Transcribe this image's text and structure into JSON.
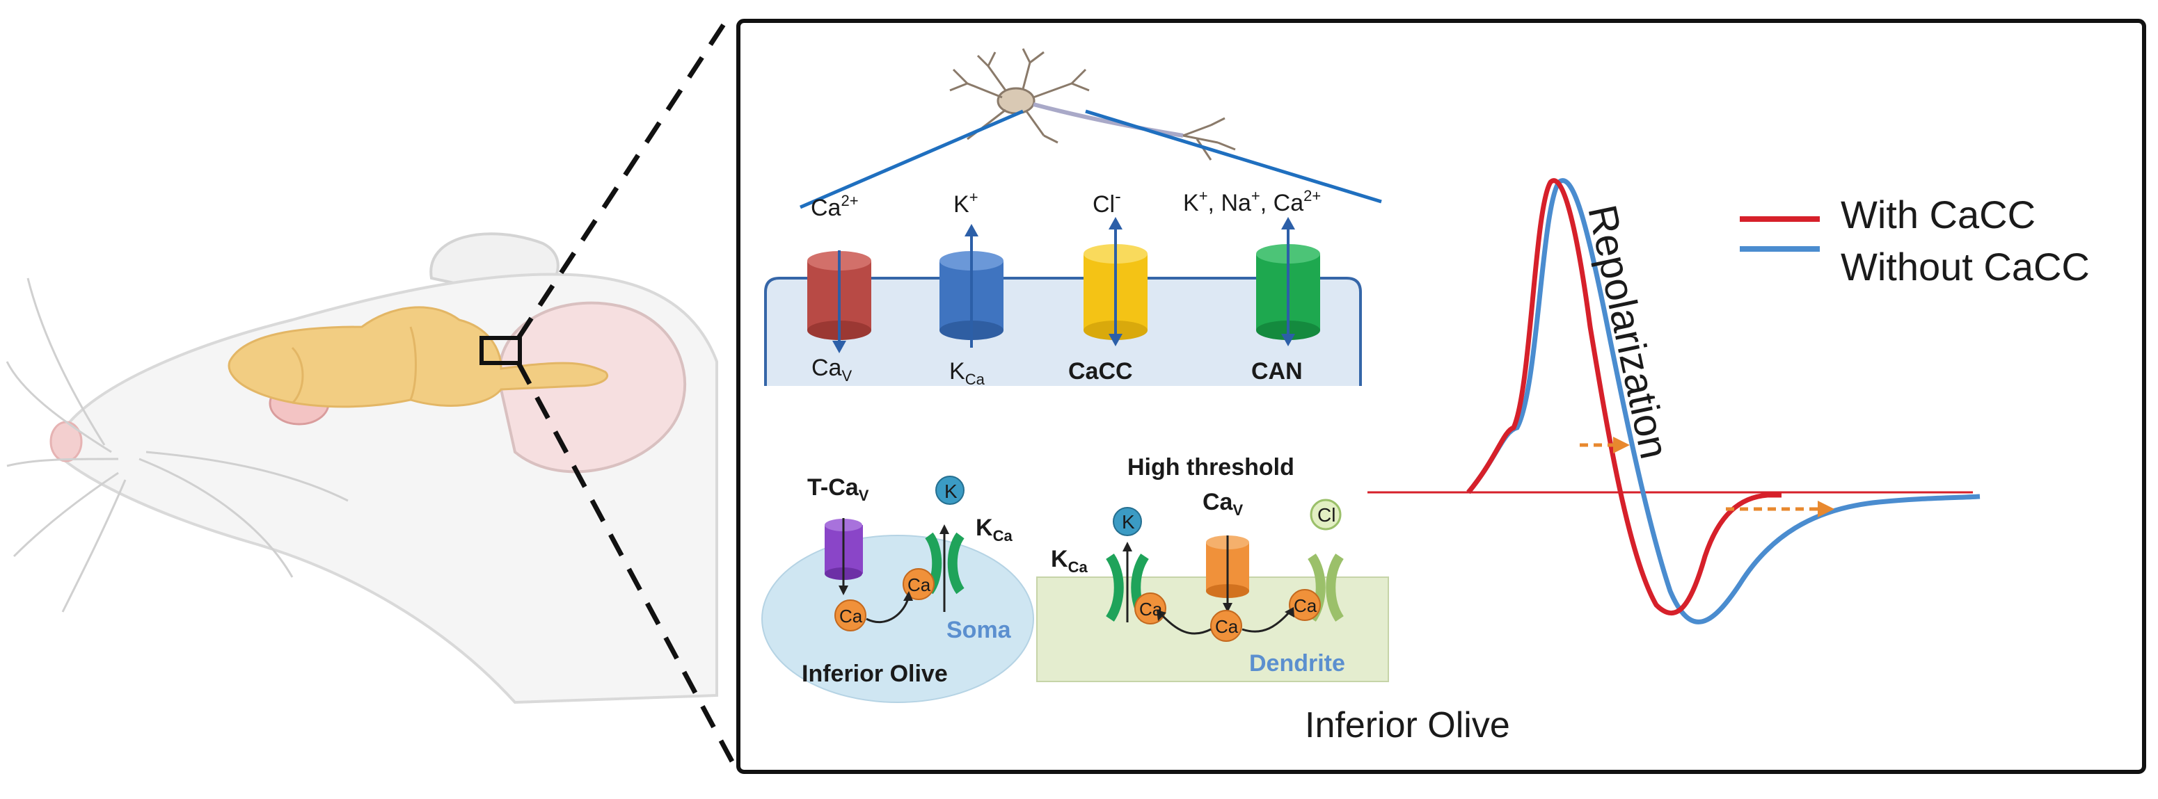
{
  "colors": {
    "with": "#d6202a",
    "without": "#4a8ccf",
    "arrow": "#e8882e",
    "brain": "#f2cd82",
    "membrane_fill": "#dde8f4",
    "soma_fill": "#cfe6f2",
    "dendrite_fill": "#e4edcf"
  },
  "ions": {
    "ca": "Ca",
    "ca_sup": "2+",
    "k": "K",
    "k_sup": "+",
    "cl": "Cl",
    "cl_sup": "-",
    "mixed_k": "K",
    "mixed_sep1": ", Na",
    "mixed_sep2": ", Ca",
    "sup_plus": "+",
    "sup_2plus": "2+"
  },
  "channels": {
    "cav_main": "Ca",
    "cav_sub": "V",
    "kca_main": "K",
    "kca_sub": "Ca",
    "cacc": "CaCC",
    "can": "CAN"
  },
  "soma": {
    "tcav_main": "T-Ca",
    "tcav_sub": "V",
    "k_ball": "K",
    "kca_main": "K",
    "kca_sub": "Ca",
    "ca_ball": "Ca",
    "soma_label": "Soma",
    "region_label": "Inferior Olive"
  },
  "dendrite": {
    "title_line1": "High threshold",
    "cav_main": "Ca",
    "cav_sub": "V",
    "kca_main": "K",
    "kca_sub": "Ca",
    "k_ball": "K",
    "cl_ball": "Cl",
    "ca_ball": "Ca",
    "dendrite_label": "Dendrite"
  },
  "trace": {
    "repolarization_label": "Repolarization"
  },
  "legend": {
    "with_label": "With CaCC",
    "without_label": "Without CaCC"
  },
  "footer": {
    "caption": "Inferior Olive"
  }
}
